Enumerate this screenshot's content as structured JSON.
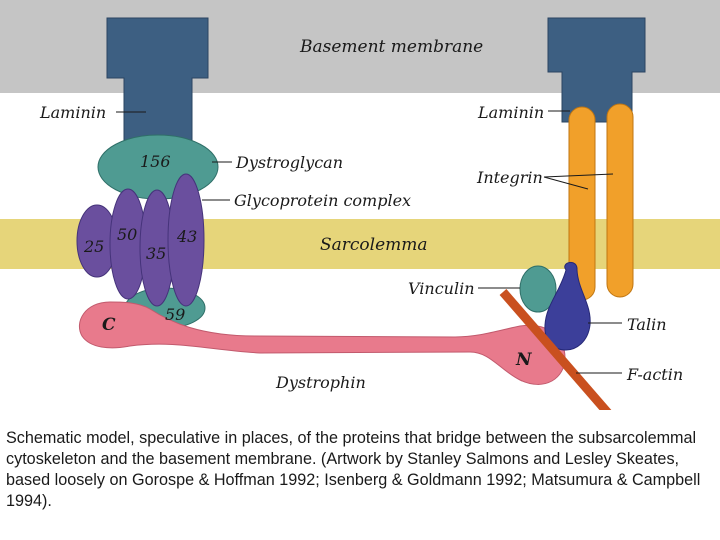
{
  "colors": {
    "basement": "#c5c5c5",
    "sarcolemma": "#e6d57a",
    "laminin": "#3d5f82",
    "dystroglycan": "#4f9b92",
    "glycoprotein": "#6a4f9e",
    "dystrophin": "#e87a8c",
    "integrin": "#f1a02a",
    "vinculin": "#4f9b92",
    "talin": "#3c3f9a",
    "factin": "#c9501f"
  },
  "labels": {
    "basement_membrane": "Basement membrane",
    "laminin_left": "Laminin",
    "laminin_right": "Laminin",
    "dystroglycan": "Dystroglycan",
    "glycoprotein_complex": "Glycoprotein complex",
    "integrin": "Integrin",
    "sarcolemma": "Sarcolemma",
    "vinculin": "Vinculin",
    "talin": "Talin",
    "factin": "F-actin",
    "dystrophin": "Dystrophin"
  },
  "numbers": {
    "n156": "156",
    "n25": "25",
    "n50": "50",
    "n35": "35",
    "n43": "43",
    "n59": "59",
    "c_end": "C",
    "n_end": "N"
  },
  "caption": "Schematic model, speculative in places, of the proteins that bridge between the subsarcolemmal cytoskeleton and the basement membrane. (Artwork by Stanley Salmons and Lesley Skeates, based loosely on Gorospe & Hoffman 1992; Isenberg & Goldmann 1992; Matsumura & Campbell 1994)."
}
